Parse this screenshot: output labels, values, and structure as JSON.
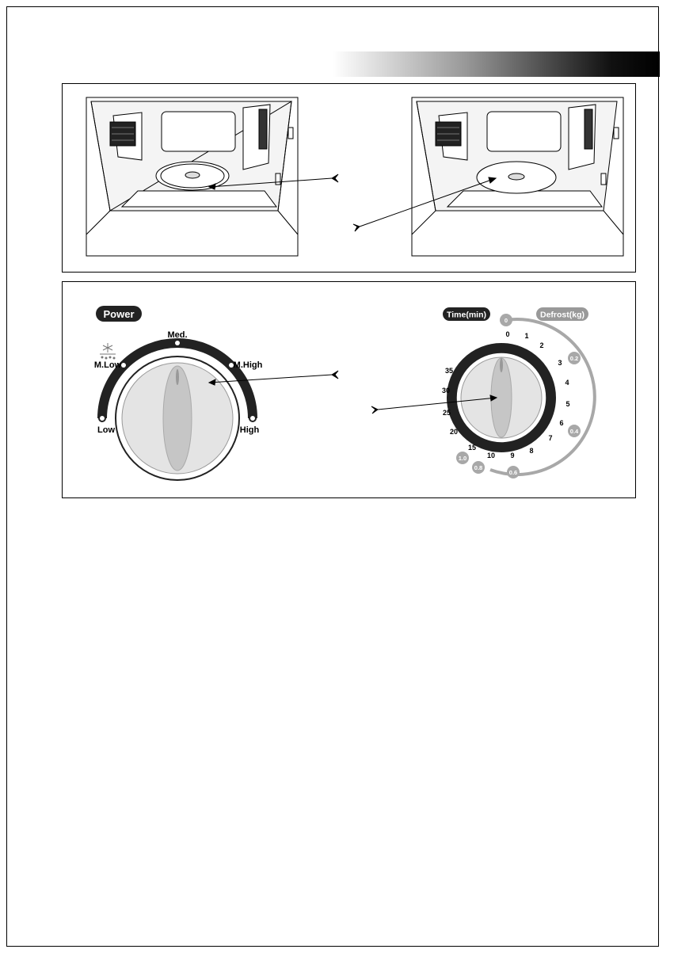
{
  "power_dial": {
    "badge": "Power",
    "labels": {
      "low": "Low",
      "m_low": "M.Low",
      "med": "Med.",
      "m_high": "M.High",
      "high": "High"
    }
  },
  "timer_dial": {
    "time_badge": "Time(min)",
    "defrost_badge": "Defrost(kg)",
    "time_labels": [
      "0",
      "1",
      "2",
      "3",
      "4",
      "5",
      "6",
      "7",
      "8",
      "9",
      "10",
      "15",
      "20",
      "25",
      "30",
      "35"
    ],
    "defrost_labels": [
      "0",
      "0.2",
      "0.4",
      "0.6",
      "0.8",
      "1.0"
    ]
  },
  "icons": {
    "defrost": "snowflake-defrost-icon"
  }
}
